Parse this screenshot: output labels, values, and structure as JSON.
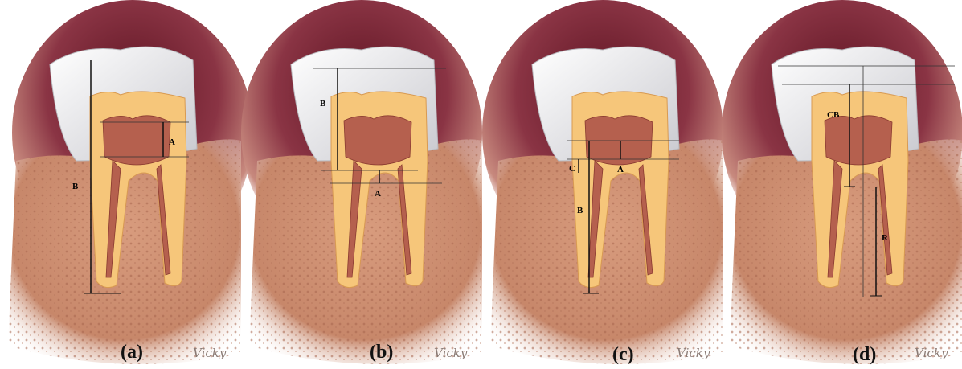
{
  "panels": [
    {
      "id": "a",
      "caption": "(a)",
      "labels": [
        "A",
        "B"
      ],
      "signature": "Vicky"
    },
    {
      "id": "b",
      "caption": "(b)",
      "labels": [
        "B",
        "A"
      ],
      "signature": "Vicky"
    },
    {
      "id": "c",
      "caption": "(c)",
      "labels": [
        "C",
        "A",
        "B"
      ],
      "signature": "Vicky"
    },
    {
      "id": "d",
      "caption": "(d)",
      "labels": [
        "CB",
        "R"
      ],
      "signature": "Vicky"
    }
  ],
  "colors": {
    "gum": "#7c2a36",
    "bone": "#c88a6e",
    "crown": "#e8e8ea",
    "dentin": "#f5c77e",
    "pulp": "#a8584a",
    "line": "#111111"
  }
}
